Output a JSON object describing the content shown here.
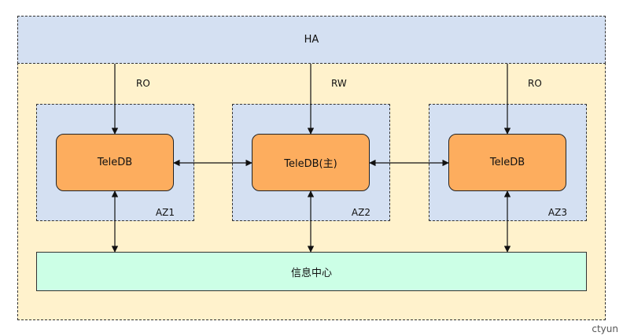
{
  "ha": {
    "label": "HA"
  },
  "links": {
    "left": "RO",
    "center": "RW",
    "right": "RO"
  },
  "zones": [
    {
      "label": "AZ1",
      "node": "TeleDB"
    },
    {
      "label": "AZ2",
      "node": "TeleDB(主)"
    },
    {
      "label": "AZ3",
      "node": "TeleDB"
    }
  ],
  "info_center": {
    "label": "信息中心"
  },
  "watermark": "ctyun",
  "colors": {
    "ha_fill": "#d4e0f2",
    "outer_fill": "#fff2cc",
    "node_fill": "#fdad5e",
    "info_fill": "#ccffe6"
  }
}
